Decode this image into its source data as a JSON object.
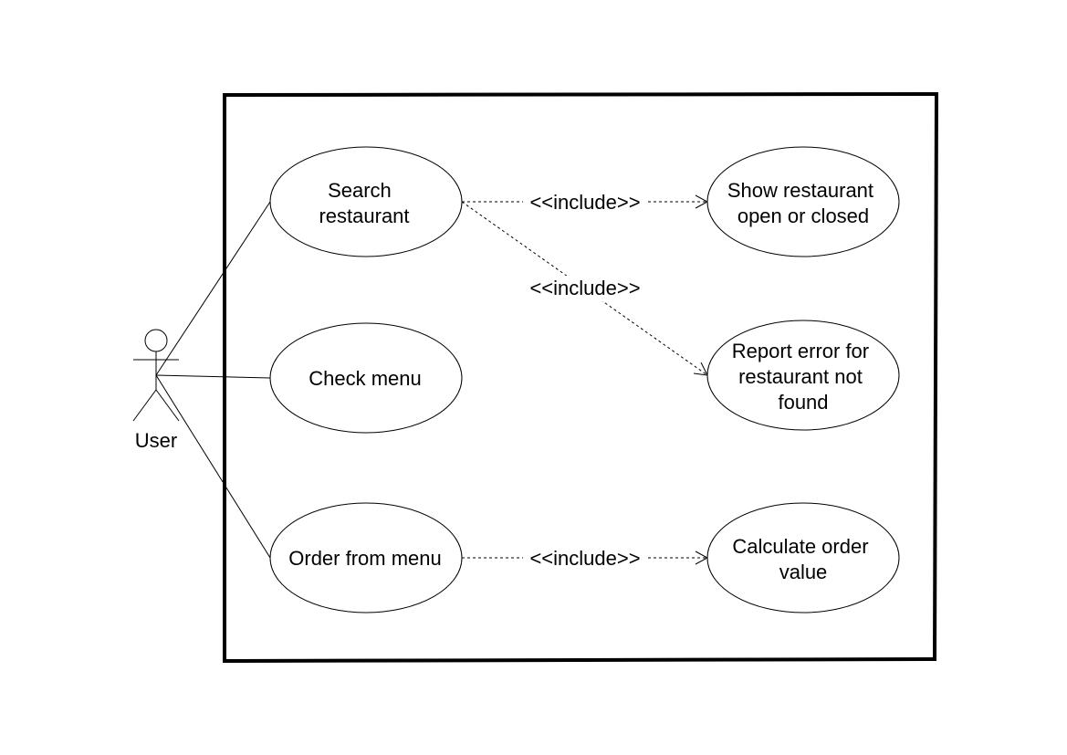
{
  "actor": {
    "name": "User"
  },
  "use_cases": {
    "search_restaurant": [
      "Search",
      "restaurant"
    ],
    "check_menu": [
      "Check menu"
    ],
    "order_from_menu": [
      "Order from menu"
    ],
    "show_open_closed": [
      "Show restaurant",
      "open or closed"
    ],
    "report_error": [
      "Report error for",
      "restaurant not",
      "found"
    ],
    "calculate_order": [
      "Calculate order",
      "value"
    ]
  },
  "relations": {
    "include_1": "<<include>>",
    "include_2": "<<include>>",
    "include_3": "<<include>>"
  }
}
